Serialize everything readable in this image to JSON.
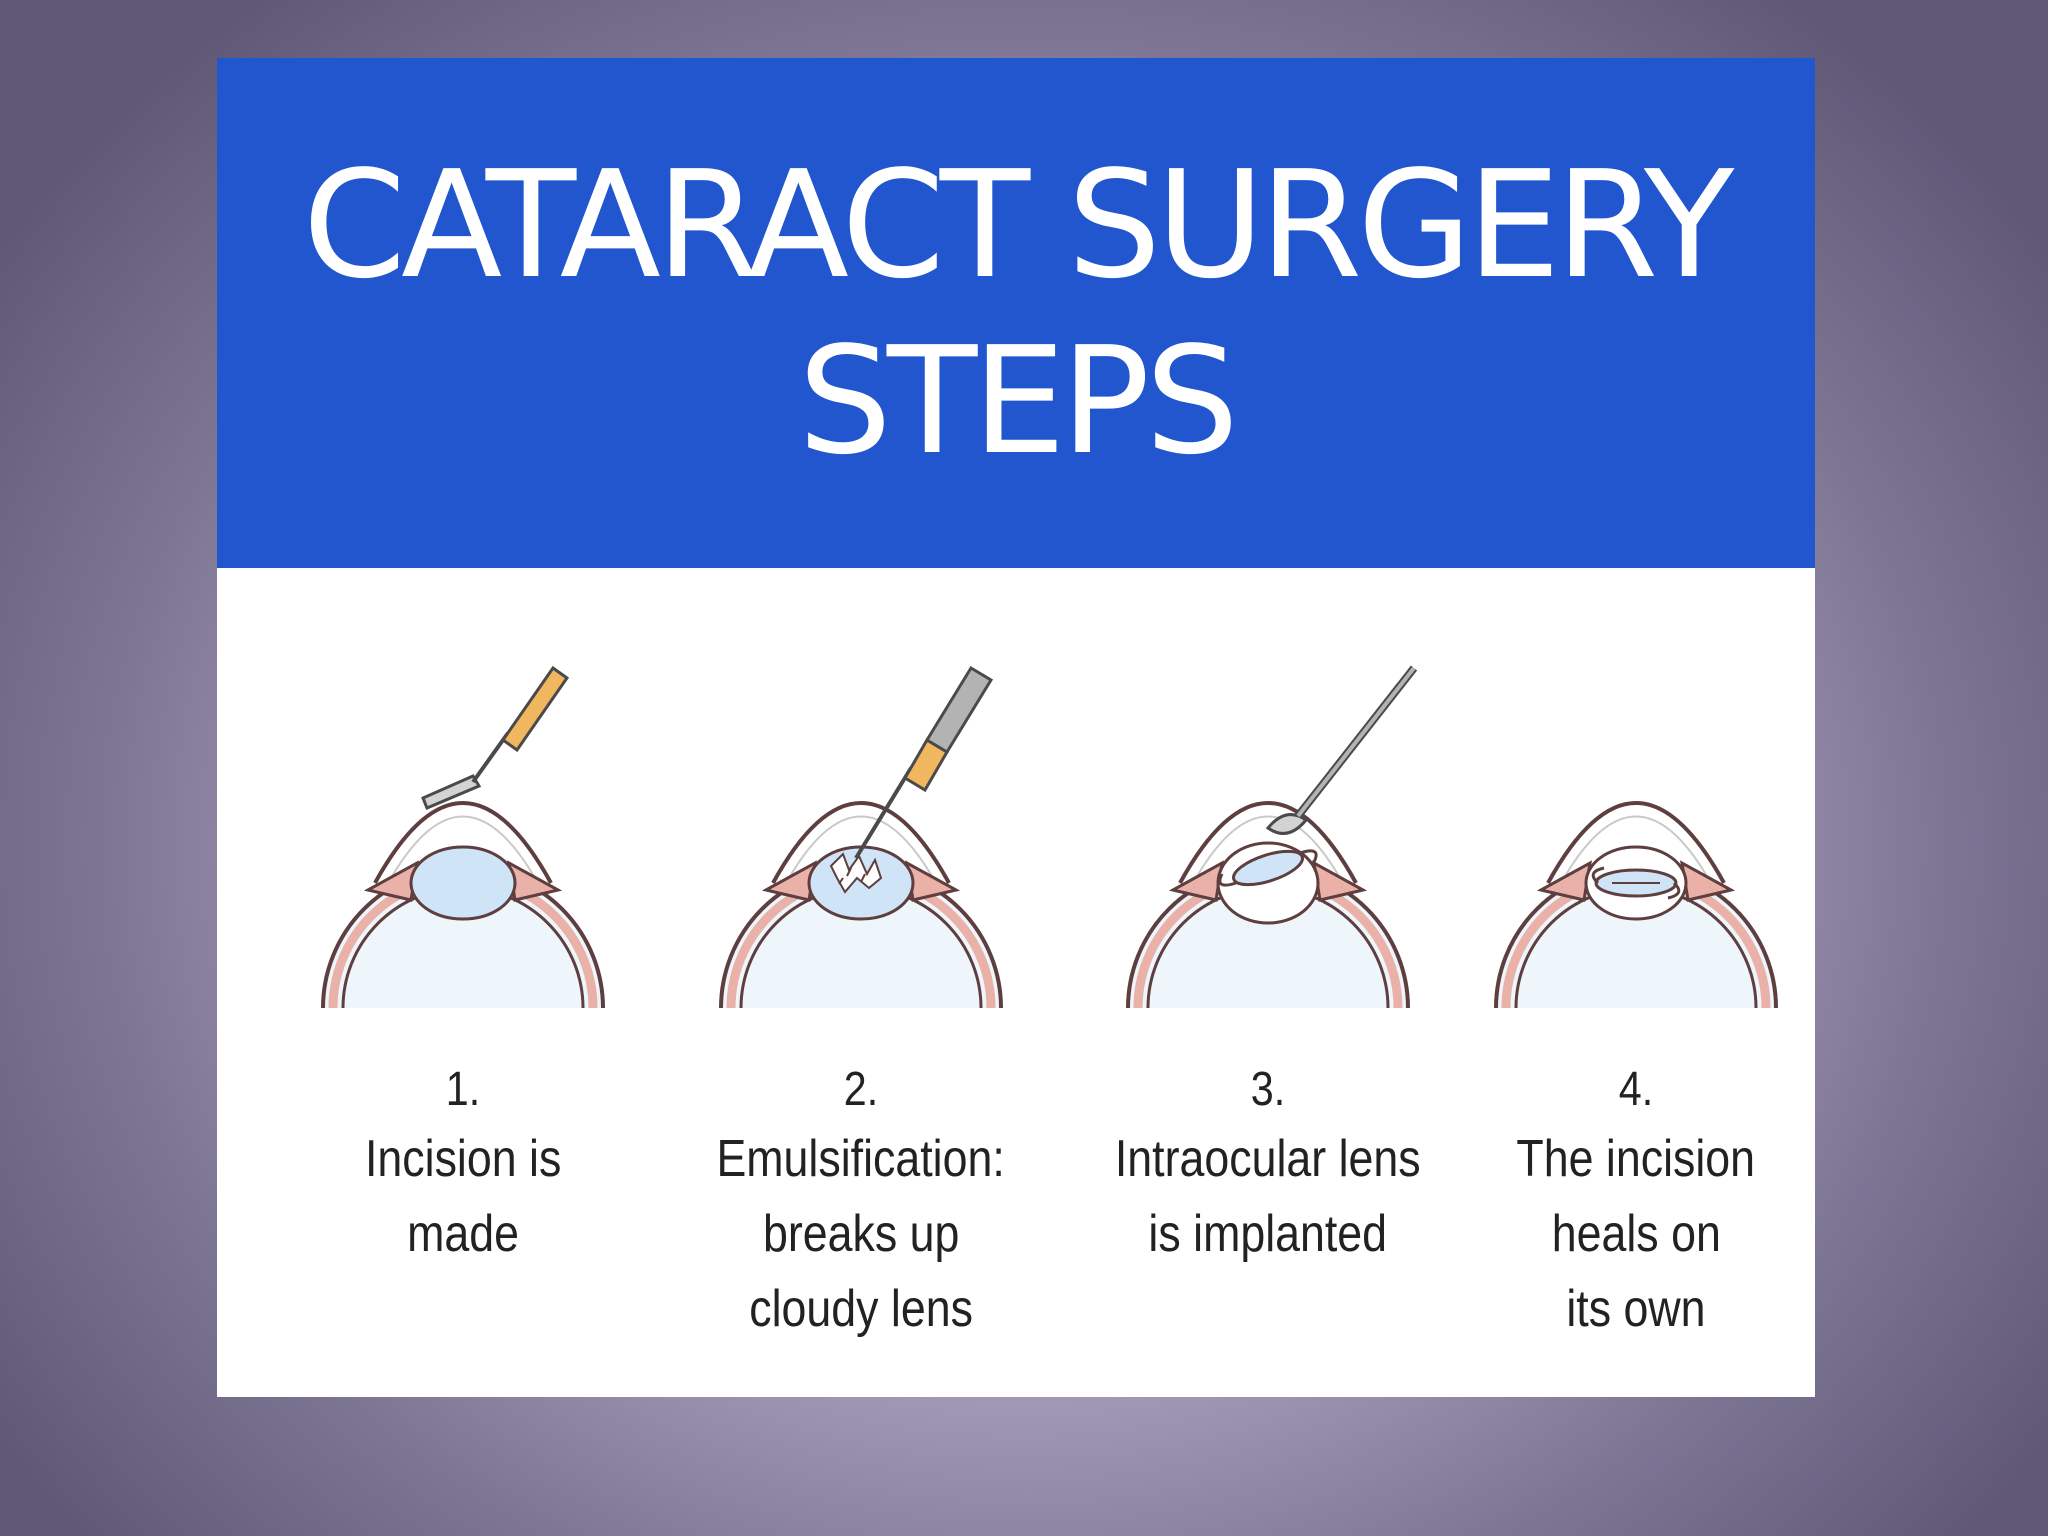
{
  "title": {
    "line1": "CATARACT SURGERY",
    "line2": "STEPS"
  },
  "steps": [
    {
      "number": "1.",
      "lines": [
        "Incision is",
        "made"
      ]
    },
    {
      "number": "2.",
      "lines": [
        "Emulsification:",
        "breaks up",
        "cloudy lens"
      ]
    },
    {
      "number": "3.",
      "lines": [
        "Intraocular lens",
        "is implanted"
      ]
    },
    {
      "number": "4.",
      "lines": [
        "The incision",
        "heals on",
        "its own"
      ]
    }
  ],
  "colors": {
    "banner": "#2156cf",
    "card": "#ffffff",
    "tissue": "#e9b1a7",
    "lens": "#cfe4f6",
    "instrument_handle": "#f1b75e",
    "instrument_metal": "#b3b3b3"
  },
  "icons": [
    "eye-cross-section-icon",
    "scalpel-icon",
    "phaco-probe-icon",
    "lens-injector-icon",
    "intraocular-lens-icon"
  ]
}
